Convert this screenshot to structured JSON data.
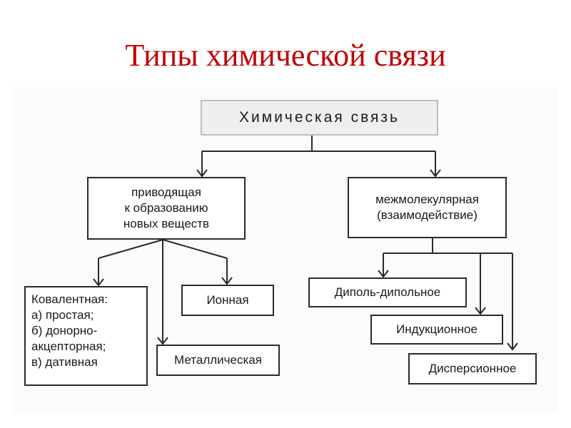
{
  "title": "Типы химической связи",
  "diagram": {
    "root": "Химическая связь",
    "left_branch": [
      "приводящая",
      "к образованию",
      "новых веществ"
    ],
    "right_branch": [
      "межмолекулярная",
      "(взаимодействие)"
    ],
    "covalent": [
      "Ковалентная:",
      "а) простая;",
      "б) донорно-",
      "акцепторная;",
      "в) дативная"
    ],
    "ionic": "Ионная",
    "metallic": "Металлическая",
    "dipole": "Диполь-дипольное",
    "induction": "Индукционное",
    "dispersion": "Дисперсионное"
  }
}
